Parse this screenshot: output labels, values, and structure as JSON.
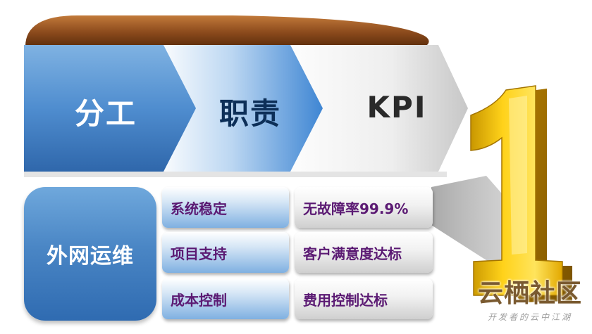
{
  "flow": {
    "steps": [
      "分工",
      "职责",
      "KPI"
    ]
  },
  "group": {
    "label": "外网运维"
  },
  "items": [
    {
      "name": "系统稳定",
      "kpi": "无故障率99.9%"
    },
    {
      "name": "项目支持",
      "kpi": "客户满意度达标"
    },
    {
      "name": "成本控制",
      "kpi": "费用控制达标"
    }
  ],
  "watermark": {
    "main": "云栖社区",
    "sub": "开发者的云中江湖"
  },
  "colors": {
    "chevron_blue": "#3a78bb",
    "chevron_light": "#cfe2f5",
    "item_text": "#5b1a73",
    "gold": "#f2c200",
    "cap": "#8b4a1c"
  }
}
